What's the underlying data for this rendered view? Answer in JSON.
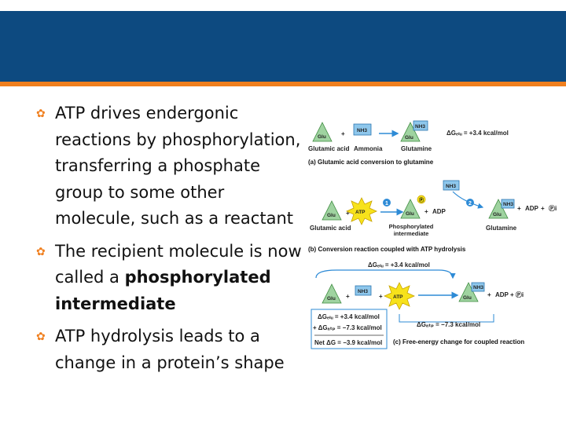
{
  "slide": {
    "bullets": [
      {
        "text": "ATP drives endergonic reactions by phosphorylation, transferring a phosphate group to some other molecule, such as a reactant"
      },
      {
        "text_before": "The recipient molecule is now called a ",
        "bold": "phosphorylated intermediate"
      },
      {
        "text": "ATP hydrolysis leads to a change in a protein’s shape"
      }
    ]
  },
  "figure": {
    "panel_a": {
      "glu": "Glu",
      "nh3": "NH3",
      "plus": "+",
      "glutamic_acid": "Glutamic acid",
      "ammonia": "Ammonia",
      "glutamine": "Glutamine",
      "delta_g": "ΔGₑₗᵤ = +3.4 kcal/mol",
      "title": "(a) Glutamic acid conversion to glutamine"
    },
    "panel_b": {
      "glu": "Glu",
      "atp": "ATP",
      "nh3": "NH3",
      "adp": "ADP",
      "pi": "Ⓟi",
      "p": "Ⓟ",
      "step1": "1",
      "step2": "2",
      "glutamic_acid": "Glutamic acid",
      "phosphorylated_intermediate": "Phosphorylated intermediate",
      "glutamine": "Glutamine",
      "title": "(b) Conversion reaction coupled with ATP hydrolysis"
    },
    "panel_c": {
      "dg_glu_top": "ΔGₑₗᵤ = +3.4 kcal/mol",
      "dg_atp_side": "ΔGₐₜₚ = −7.3 kcal/mol",
      "box_line1": "ΔGₑₗᵤ = +3.4 kcal/mol",
      "box_line2": "+ ΔGₐₜₚ = −7.3 kcal/mol",
      "box_line3": "Net ΔG = −3.9 kcal/mol",
      "title": "(c) Free-energy change for coupled reaction",
      "adp_pi": "ADP + Ⓟi"
    },
    "colors": {
      "glu": "#9fd3a0",
      "nh3": "#8ec7ec",
      "atp": "#f7e21b",
      "arrow": "#2e8bd6",
      "accent": "#f07f1e",
      "title_bar": "#0d4a80"
    }
  }
}
